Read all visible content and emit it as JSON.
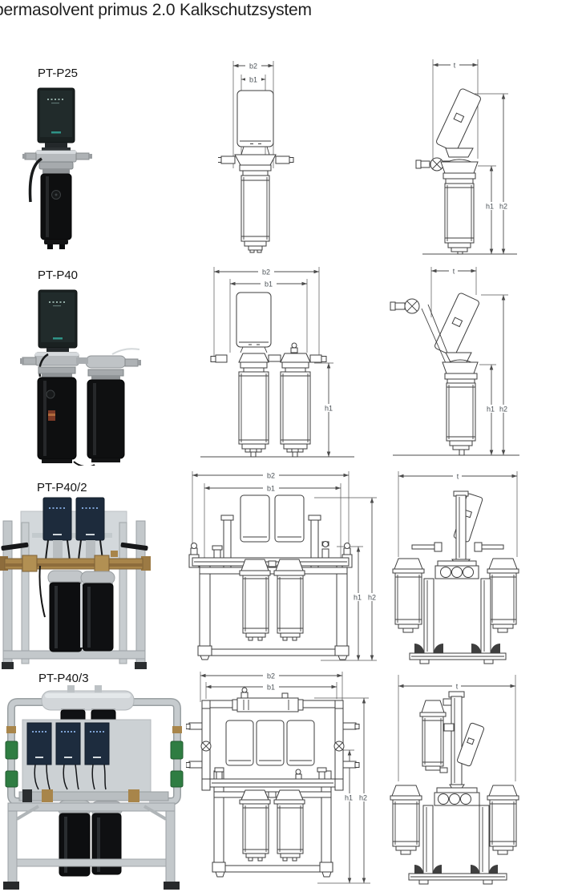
{
  "title": "permasolvent primus 2.0 Kalkschutzsystem",
  "colors": {
    "drawing_line": "#3e3e3e",
    "dim_text": "#4b5257",
    "controller_dark": "#1a2121",
    "controller_navy": "#1d2b3c",
    "logo_teal": "#2f9387",
    "brass": "#a8854a",
    "valve_green": "#2f7d42",
    "aluminum_frame": "#c3c8cb",
    "filter_black": "#0e0f10"
  },
  "products": [
    {
      "name": "PT-P25",
      "front": {
        "b2": "b2",
        "b1": "b1"
      },
      "side": {
        "t": "t",
        "h1": "h1",
        "h2": "h2"
      }
    },
    {
      "name": "PT-P40",
      "front": {
        "b2": "b2",
        "b1": "b1",
        "h1": "h1"
      },
      "side": {
        "t": "t",
        "h1": "h1",
        "h2": "h2"
      }
    },
    {
      "name": "PT-P40/2",
      "front": {
        "b2": "b2",
        "b1": "b1",
        "h1": "h1",
        "h2": "h2"
      },
      "side": {
        "t": "t"
      }
    },
    {
      "name": "PT-P40/3",
      "front": {
        "b2": "b2",
        "b1": "b1",
        "h1": "h1",
        "h2": "h2"
      },
      "side": {
        "t": "t"
      }
    }
  ]
}
